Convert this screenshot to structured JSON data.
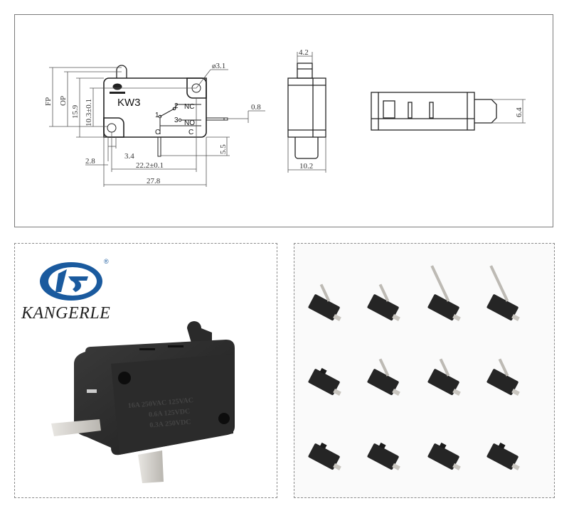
{
  "drawing": {
    "model_label": "KW3",
    "terminals": {
      "pin1": "1",
      "pin2": "2",
      "pin3": "3",
      "nc": "NC",
      "no": "NO",
      "c_left": "C",
      "c_right": "C"
    },
    "dimensions": {
      "fp": "FP",
      "op": "OP",
      "height_total": "15.9",
      "height_hole": "10.3±0.1",
      "hole_diameter": "ø3.1",
      "terminal_thickness": "0.8",
      "terminal_length": "5.5",
      "hole_offset": "3.4",
      "edge_offset": "2.8",
      "hole_spacing": "22.2±0.1",
      "body_length": "27.8",
      "plunger_width": "4.2",
      "body_width": "10.2",
      "terminal_width": "6.4"
    }
  },
  "logo": {
    "brand": "KANGERLE",
    "registered": "®",
    "brand_color": "#1a5a9e"
  },
  "product": {
    "rating_lines": [
      "16A 250VAC 125VAC",
      "0.6A 125VDC",
      "0.3A 250VDC"
    ]
  },
  "variants": {
    "rows": [
      [
        "short-roller-lever",
        "bent-roller-lever",
        "long-straight-lever",
        "long-roller-lever"
      ],
      [
        "pin-plunger",
        "short-lever",
        "bent-hinge-lever",
        "short-roller-lever-2"
      ],
      [
        "pin-plunger-straight-terminal",
        "pin-plunger-qc-terminal",
        "pin-plunger-angled-terminal",
        "pin-plunger-angled-terminal-2"
      ]
    ]
  }
}
